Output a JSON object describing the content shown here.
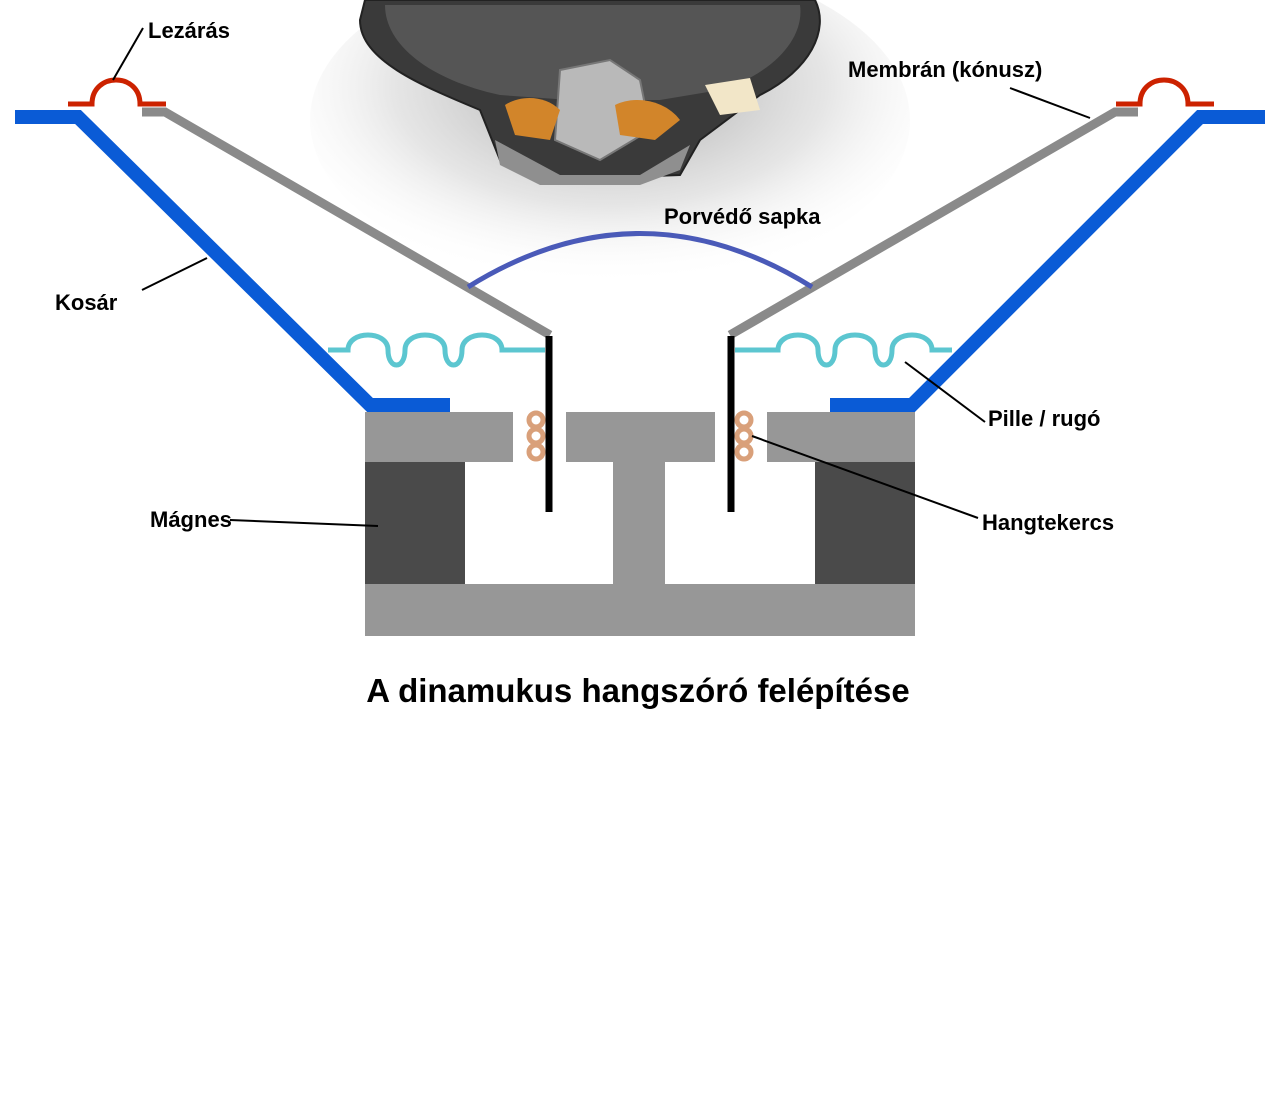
{
  "title": "A dinamukus hangszóró felépítése",
  "labels": {
    "surround": "Lezárás",
    "cone": "Membrán (kónusz)",
    "dust_cap": "Porvédő sapka",
    "basket": "Kosár",
    "spider": "Pille / rugó",
    "voice_coil": "Hangtekercs",
    "magnet": "Mágnes"
  },
  "colors": {
    "basket": "#0a5bd6",
    "cone": "#8a8a8a",
    "surround": "#cc2200",
    "dust_cap": "#4a5ab8",
    "spider": "#5cc6d0",
    "magnet": "#4a4a4a",
    "pole_plate": "#979797",
    "voice_coil": "#d9a07a",
    "former": "#000000"
  }
}
